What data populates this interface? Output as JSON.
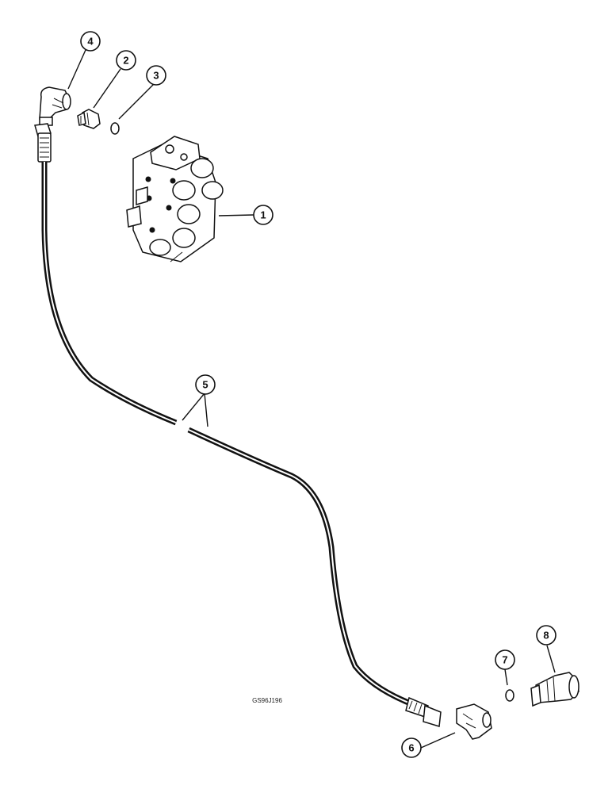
{
  "drawing_code": "GS96J196",
  "callouts": [
    {
      "id": "1",
      "label": "1"
    },
    {
      "id": "2",
      "label": "2"
    },
    {
      "id": "3",
      "label": "3"
    },
    {
      "id": "4",
      "label": "4"
    },
    {
      "id": "5",
      "label": "5"
    },
    {
      "id": "6",
      "label": "6"
    },
    {
      "id": "7",
      "label": "7"
    },
    {
      "id": "8",
      "label": "8"
    }
  ]
}
